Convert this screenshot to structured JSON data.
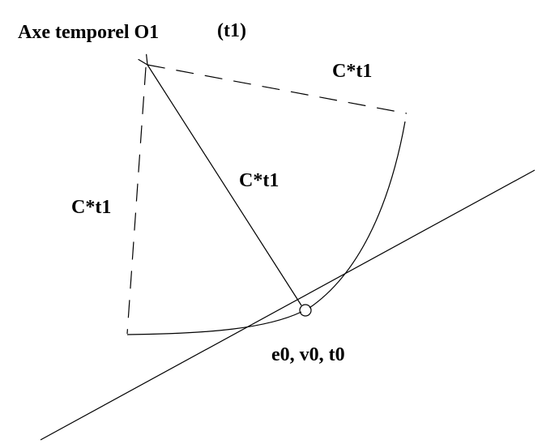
{
  "labels": {
    "axis_title": "Axe temporel O1",
    "axis_param": "(t1)",
    "top_edge": "C*t1",
    "left_edge": "C*t1",
    "diagonal": "C*t1",
    "event": "e0, v0, t0"
  },
  "colors": {
    "ink": "#000000",
    "background": "#ffffff"
  }
}
